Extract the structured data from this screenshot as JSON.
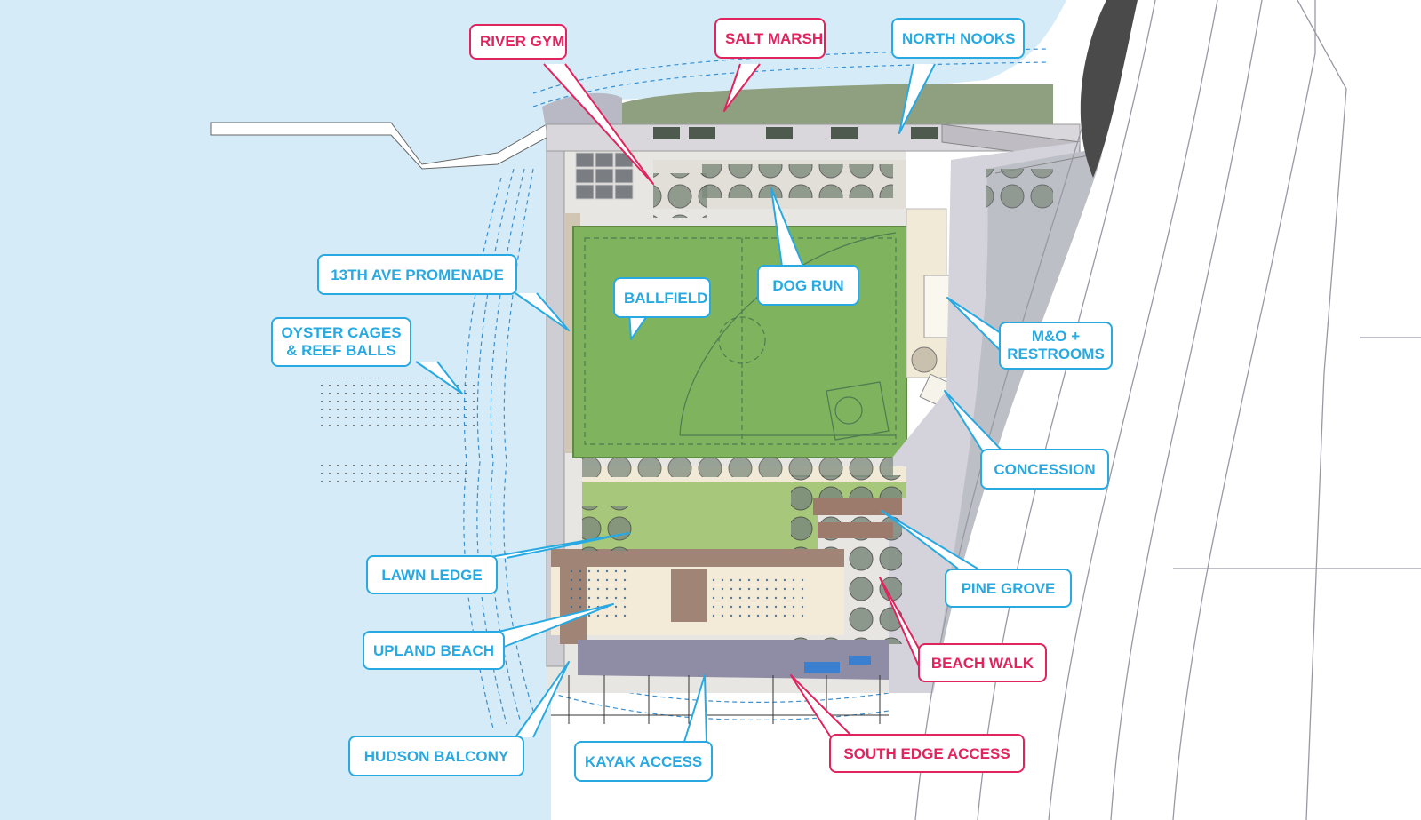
{
  "colors": {
    "water": "#d5ecf8",
    "lawn": "#9bbd6c",
    "field": "#7fb35d",
    "beach": "#f3ead7",
    "paving": "#c9c6c8",
    "road": "#ffffff",
    "blue_callout": "#29a9e1",
    "red_callout": "#e0245e"
  },
  "callouts": {
    "river_gym": "RIVER GYM",
    "salt_marsh": "SALT MARSH",
    "north_nooks": "NORTH NOOKS",
    "promenade": "13TH AVE PROMENADE",
    "oyster_line1": "OYSTER CAGES",
    "oyster_line2": "& REEF BALLS",
    "ballfield": "BALLFIELD",
    "dog_run": "DOG RUN",
    "mo_line1": "M&O +",
    "mo_line2": "RESTROOMS",
    "concession": "CONCESSION",
    "lawn_ledge": "LAWN LEDGE",
    "pine_grove": "PINE GROVE",
    "upland_beach": "UPLAND BEACH",
    "beach_walk": "BEACH WALK",
    "hudson_balcony": "HUDSON BALCONY",
    "kayak_access": "KAYAK ACCESS",
    "south_edge_access": "SOUTH EDGE ACCESS"
  }
}
